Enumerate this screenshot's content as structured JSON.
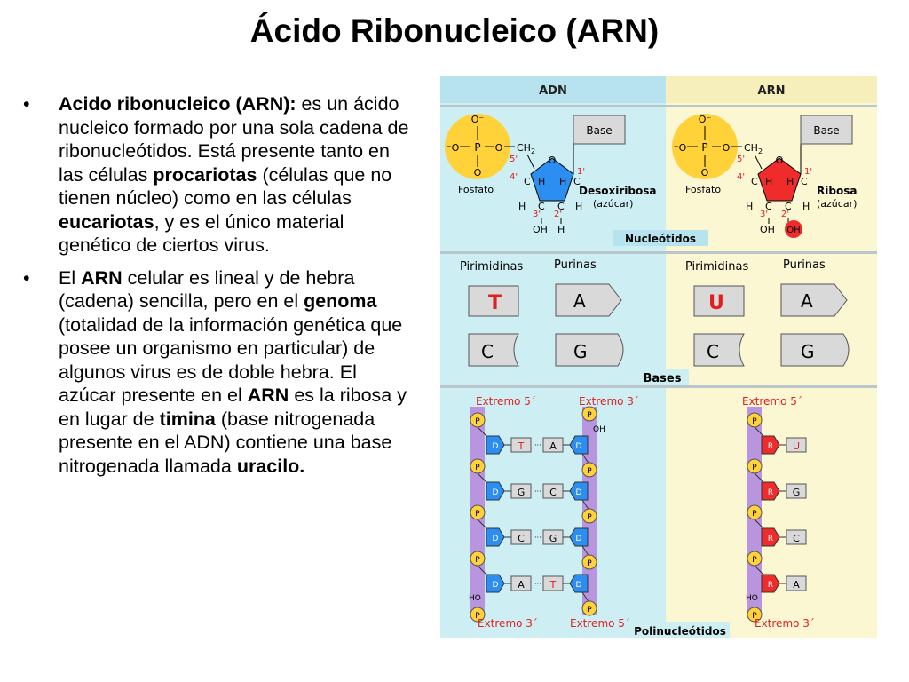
{
  "slide": {
    "title": "Ácido Ribonucleico (ARN)",
    "bullet_symbol": "•",
    "bullet1": {
      "p1_bold": "Acido ribonucleico (ARN):",
      "p1": " es un ácido nucleico formado por una sola cadena de ribonucleótidos. Está presente tanto en las células ",
      "p2_bold": "procariotas",
      "p2": " (células que no tienen núcleo) como en las células ",
      "p3_bold": "eucariotas",
      "p3": ", y es el único material genético de ciertos virus."
    },
    "bullet2": {
      "p1": "El ",
      "p2_bold": "ARN",
      "p3": " celular es lineal y de hebra (cadena) sencilla, pero en el ",
      "p4_bold": "genoma",
      "p5": " (totalidad de la información genética que posee un organismo en particular) de algunos virus es de doble hebra. El azúcar presente en el ",
      "p6_bold": "ARN",
      "p7": " es la ribosa y en lugar de ",
      "p8_bold": "timina",
      "p9": " (base nitrogenada presente en el ADN) contiene una base nitrogenada llamada ",
      "p10_bold": "uracilo."
    }
  },
  "figure": {
    "header_adn": "ADN",
    "header_arn": "ARN",
    "phosphate": {
      "o_top": "O⁻",
      "p": "P",
      "o_left": "⁻O",
      "o_right": "O",
      "o_bottom": "O",
      "ch2": "CH",
      "ch2_sub": "2",
      "label": "Fosfato"
    },
    "sugar_adn": {
      "name": "Desoxiribosa",
      "sub": "(azúcar)"
    },
    "sugar_arn": {
      "name": "Ribosa",
      "sub": "(azúcar)"
    },
    "ring": {
      "c5": "5'",
      "c4": "4'",
      "c3": "3'",
      "c2": "2'",
      "c1": "1'",
      "o": "O",
      "h": "H",
      "c": "C",
      "oh": "OH"
    },
    "base_box": "Base",
    "nucleotidos_label": "Nucleótidos",
    "pirimidinas": "Pirimidinas",
    "purinas": "Purinas",
    "bases_label": "Bases",
    "letters": {
      "T": "T",
      "A": "A",
      "C": "C",
      "G": "G",
      "U": "U"
    },
    "extremo5": "Extremo 5´",
    "extremo3": "Extremo 3´",
    "extremo5_arn": "Extremo  5´",
    "extremo3_arn": "Extremo  3´",
    "strand": {
      "p": "P",
      "d": "D",
      "r": "R",
      "oh": "OH",
      "ho": "HO"
    },
    "polinucleotidos_label": "Polinucleótidos",
    "colors": {
      "adn_bg": "#cdeff4",
      "arn_bg": "#fbf7d2",
      "header_adn": "#b7e3ef",
      "header_arn": "#f6efbc",
      "phosphate": "#ffd23a",
      "sugar_adn": "#2b8ef0",
      "sugar_arn": "#ef2b2b",
      "backbone": "#b995e0",
      "box": "#d9d9d9",
      "label_red": "#e02020"
    }
  }
}
